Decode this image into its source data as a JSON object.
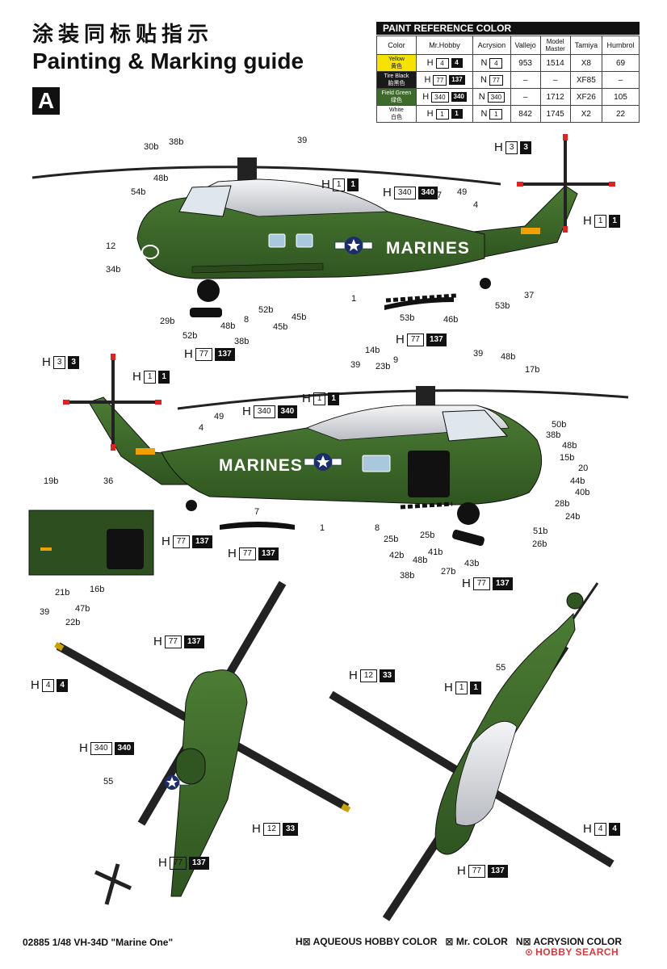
{
  "header": {
    "title_cn": "涂装同标贴指示",
    "title_en": "Painting & Marking guide",
    "scheme": "A"
  },
  "paint_table": {
    "title": "PAINT REFERENCE COLOR",
    "columns": [
      "Color",
      "Mr.Hobby",
      "Acrysion",
      "Vallejo",
      "Model Master",
      "Tamiya",
      "Humbrol"
    ],
    "rows": [
      {
        "name_en": "Yellow",
        "name_cn": "黄色",
        "swatch": "#f5e200",
        "text_color": "#111111",
        "h_plain": "4",
        "h_bold": "4",
        "n": "4",
        "vallejo": "953",
        "model_master": "1514",
        "tamiya": "X8",
        "humbrol": "69"
      },
      {
        "name_en": "Tire Black",
        "name_cn": "胎黑色",
        "swatch": "#1a1a1a",
        "text_color": "#ffffff",
        "h_plain": "77",
        "h_bold": "137",
        "n": "77",
        "vallejo": "–",
        "model_master": "–",
        "tamiya": "XF85",
        "humbrol": "–"
      },
      {
        "name_en": "Field Green",
        "name_cn": "绿色",
        "swatch": "#3d6b2a",
        "text_color": "#ffffff",
        "h_plain": "340",
        "h_bold": "340",
        "n": "340",
        "vallejo": "–",
        "model_master": "1712",
        "tamiya": "XF26",
        "humbrol": "105"
      },
      {
        "name_en": "White",
        "name_cn": "白色",
        "swatch": "#ffffff",
        "text_color": "#111111",
        "h_plain": "1",
        "h_bold": "1",
        "n": "1",
        "vallejo": "842",
        "model_master": "1745",
        "tamiya": "X2",
        "humbrol": "22"
      }
    ]
  },
  "callouts": [
    {
      "id": "c1",
      "prefix": "H",
      "plain": "3",
      "bold": "3"
    },
    {
      "id": "c2",
      "prefix": "H",
      "plain": "1",
      "bold": "1"
    },
    {
      "id": "c3",
      "prefix": "H",
      "plain": "340",
      "bold": "340"
    },
    {
      "id": "c4",
      "prefix": "H",
      "plain": "1",
      "bold": "1"
    },
    {
      "id": "c5",
      "prefix": "H",
      "plain": "77",
      "bold": "137"
    },
    {
      "id": "c6",
      "prefix": "H",
      "plain": "77",
      "bold": "137"
    },
    {
      "id": "c7",
      "prefix": "H",
      "plain": "3",
      "bold": "3"
    },
    {
      "id": "c8",
      "prefix": "H",
      "plain": "1",
      "bold": "1"
    },
    {
      "id": "c9",
      "prefix": "H",
      "plain": "1",
      "bold": "1"
    },
    {
      "id": "c10",
      "prefix": "H",
      "plain": "340",
      "bold": "340"
    },
    {
      "id": "c11",
      "prefix": "H",
      "plain": "77",
      "bold": "137"
    },
    {
      "id": "c12",
      "prefix": "H",
      "plain": "77",
      "bold": "137"
    },
    {
      "id": "c13",
      "prefix": "H",
      "plain": "77",
      "bold": "137"
    },
    {
      "id": "c14",
      "prefix": "H",
      "plain": "77",
      "bold": "137"
    },
    {
      "id": "c15",
      "prefix": "H",
      "plain": "4",
      "bold": "4"
    },
    {
      "id": "c16",
      "prefix": "H",
      "plain": "340",
      "bold": "340"
    },
    {
      "id": "c17",
      "prefix": "H",
      "plain": "12",
      "bold": "33"
    },
    {
      "id": "c18",
      "prefix": "H",
      "plain": "77",
      "bold": "137"
    },
    {
      "id": "c19",
      "prefix": "H",
      "plain": "12",
      "bold": "33"
    },
    {
      "id": "c20",
      "prefix": "H",
      "plain": "1",
      "bold": "1"
    },
    {
      "id": "c21",
      "prefix": "H",
      "plain": "4",
      "bold": "4"
    },
    {
      "id": "c22",
      "prefix": "H",
      "plain": "77",
      "bold": "137"
    }
  ],
  "part_numbers": [
    "30b",
    "38b",
    "39",
    "48b",
    "54b",
    "12",
    "34b",
    "29b",
    "52b",
    "48b",
    "8",
    "38b",
    "52b",
    "45b",
    "45b",
    "7",
    "49",
    "4",
    "53b",
    "46b",
    "53b",
    "37",
    "1",
    "14b",
    "23b",
    "9",
    "39",
    "39",
    "48b",
    "17b",
    "50b",
    "38b",
    "48b",
    "15b",
    "20",
    "44b",
    "40b",
    "28b",
    "24b",
    "51b",
    "26b",
    "4",
    "49",
    "36",
    "7",
    "1",
    "8",
    "25b",
    "42b",
    "25b",
    "48b",
    "41b",
    "27b",
    "43b",
    "38b",
    "19b",
    "39",
    "21b",
    "47b",
    "16b",
    "22b",
    "55",
    "55"
  ],
  "markings": {
    "fuselage_text": "MARINES",
    "fuselage_text_2": "MARINES"
  },
  "footer": {
    "code": "02885",
    "scale": "1/48",
    "model": "VH-34D \"Marine One\"",
    "legend": [
      "AQUEOUS HOBBY COLOR",
      "Mr. COLOR",
      "ACRYSION COLOR"
    ],
    "legend_prefix": [
      "H",
      "",
      "N"
    ]
  },
  "watermark": "HOBBY SEARCH",
  "colors": {
    "field_green": "#3d6b2a",
    "green_dark": "#2f5520",
    "white_top": "#e8eaee",
    "black": "#111111",
    "yellow": "#f5e200"
  }
}
